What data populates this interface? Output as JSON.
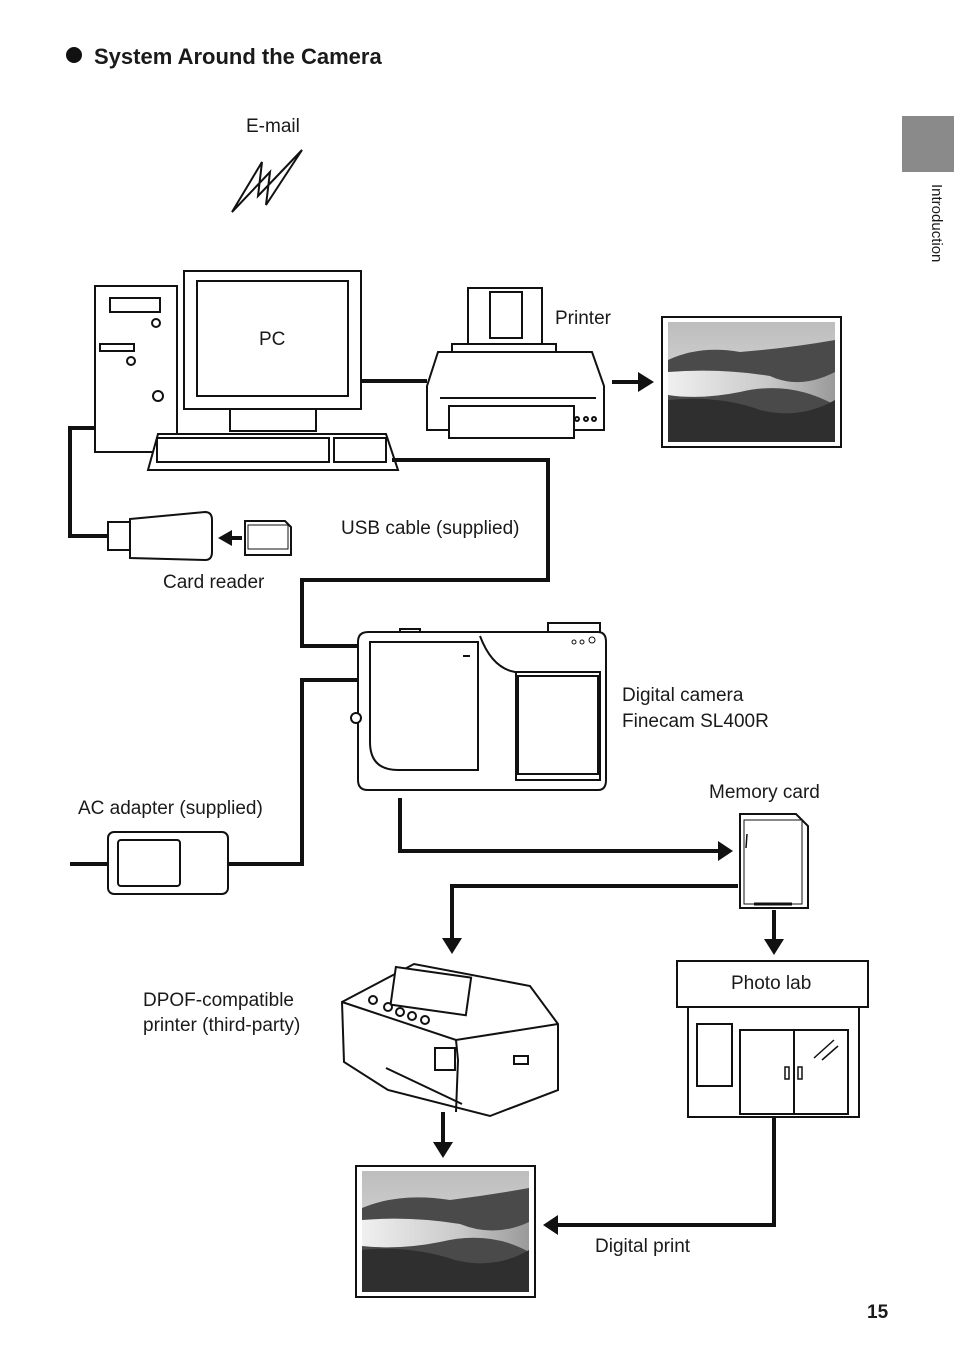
{
  "page": {
    "title": "System Around the Camera",
    "side_label": "Introduction",
    "page_number": "15"
  },
  "labels": {
    "email": "E-mail",
    "pc": "PC",
    "printer": "Printer",
    "usb_cable": "USB cable (supplied)",
    "card_reader": "Card reader",
    "digital_camera_line1": "Digital camera",
    "digital_camera_line2": "Finecam SL400R",
    "ac_adapter": "AC adapter (supplied)",
    "memory_card": "Memory card",
    "photo_lab": "Photo lab",
    "dpof_line1": "DPOF-compatible",
    "dpof_line2": "printer (third-party)",
    "digital_print": "Digital print"
  }
}
